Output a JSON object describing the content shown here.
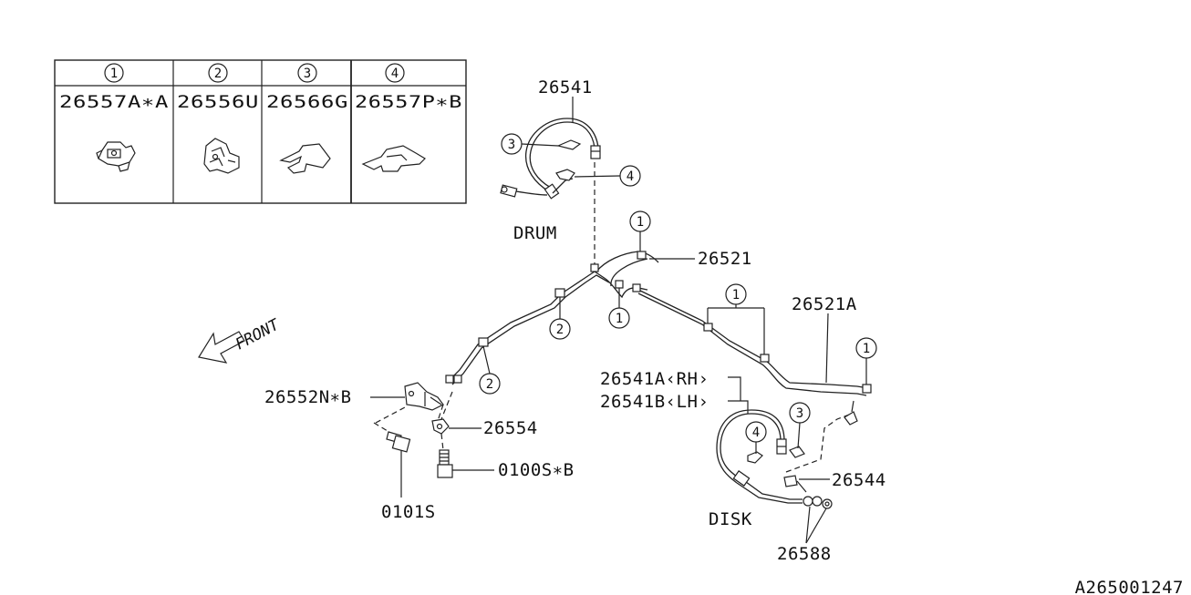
{
  "legend": {
    "headers": [
      "1",
      "2",
      "3",
      "4"
    ],
    "parts": [
      "26557A∗A",
      "26556U",
      "26566G",
      "26557P∗B"
    ]
  },
  "labels": {
    "p26541": "26541",
    "drum": "DRUM",
    "p26521": "26521",
    "p26521A": "26521A",
    "front": "FRONT",
    "p26552N": "26552N∗B",
    "p26554": "26554",
    "p0100S": "0100S∗B",
    "p0101S": "0101S",
    "p26541A": "26541A‹RH›",
    "p26541B": "26541B‹LH›",
    "disk": "DISK",
    "p26544": "26544",
    "p26588": "26588",
    "figure_code": "A265001247"
  },
  "callouts": {
    "drum_clip3": "3",
    "drum_clip4": "4",
    "top_clip1": "1",
    "lower_clip1": "1",
    "mid_clip1": "1",
    "right_clip1": "1",
    "clamp2_upper": "2",
    "clamp2_lower": "2",
    "disk_clip4": "4",
    "disk_clip3": "3"
  }
}
